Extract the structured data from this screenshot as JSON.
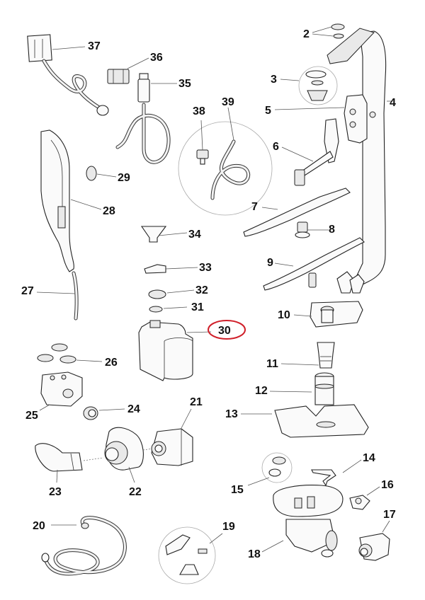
{
  "diagram": {
    "type": "exploded-parts-diagram",
    "highlighted_part": "30",
    "highlight_color": "#d0202a",
    "labels": [
      "2",
      "3",
      "4",
      "5",
      "6",
      "7",
      "8",
      "9",
      "10",
      "11",
      "12",
      "13",
      "14",
      "15",
      "16",
      "17",
      "18",
      "19",
      "20",
      "21",
      "22",
      "23",
      "24",
      "25",
      "26",
      "27",
      "28",
      "29",
      "30",
      "31",
      "32",
      "33",
      "34",
      "35",
      "36",
      "37",
      "38",
      "39"
    ]
  }
}
